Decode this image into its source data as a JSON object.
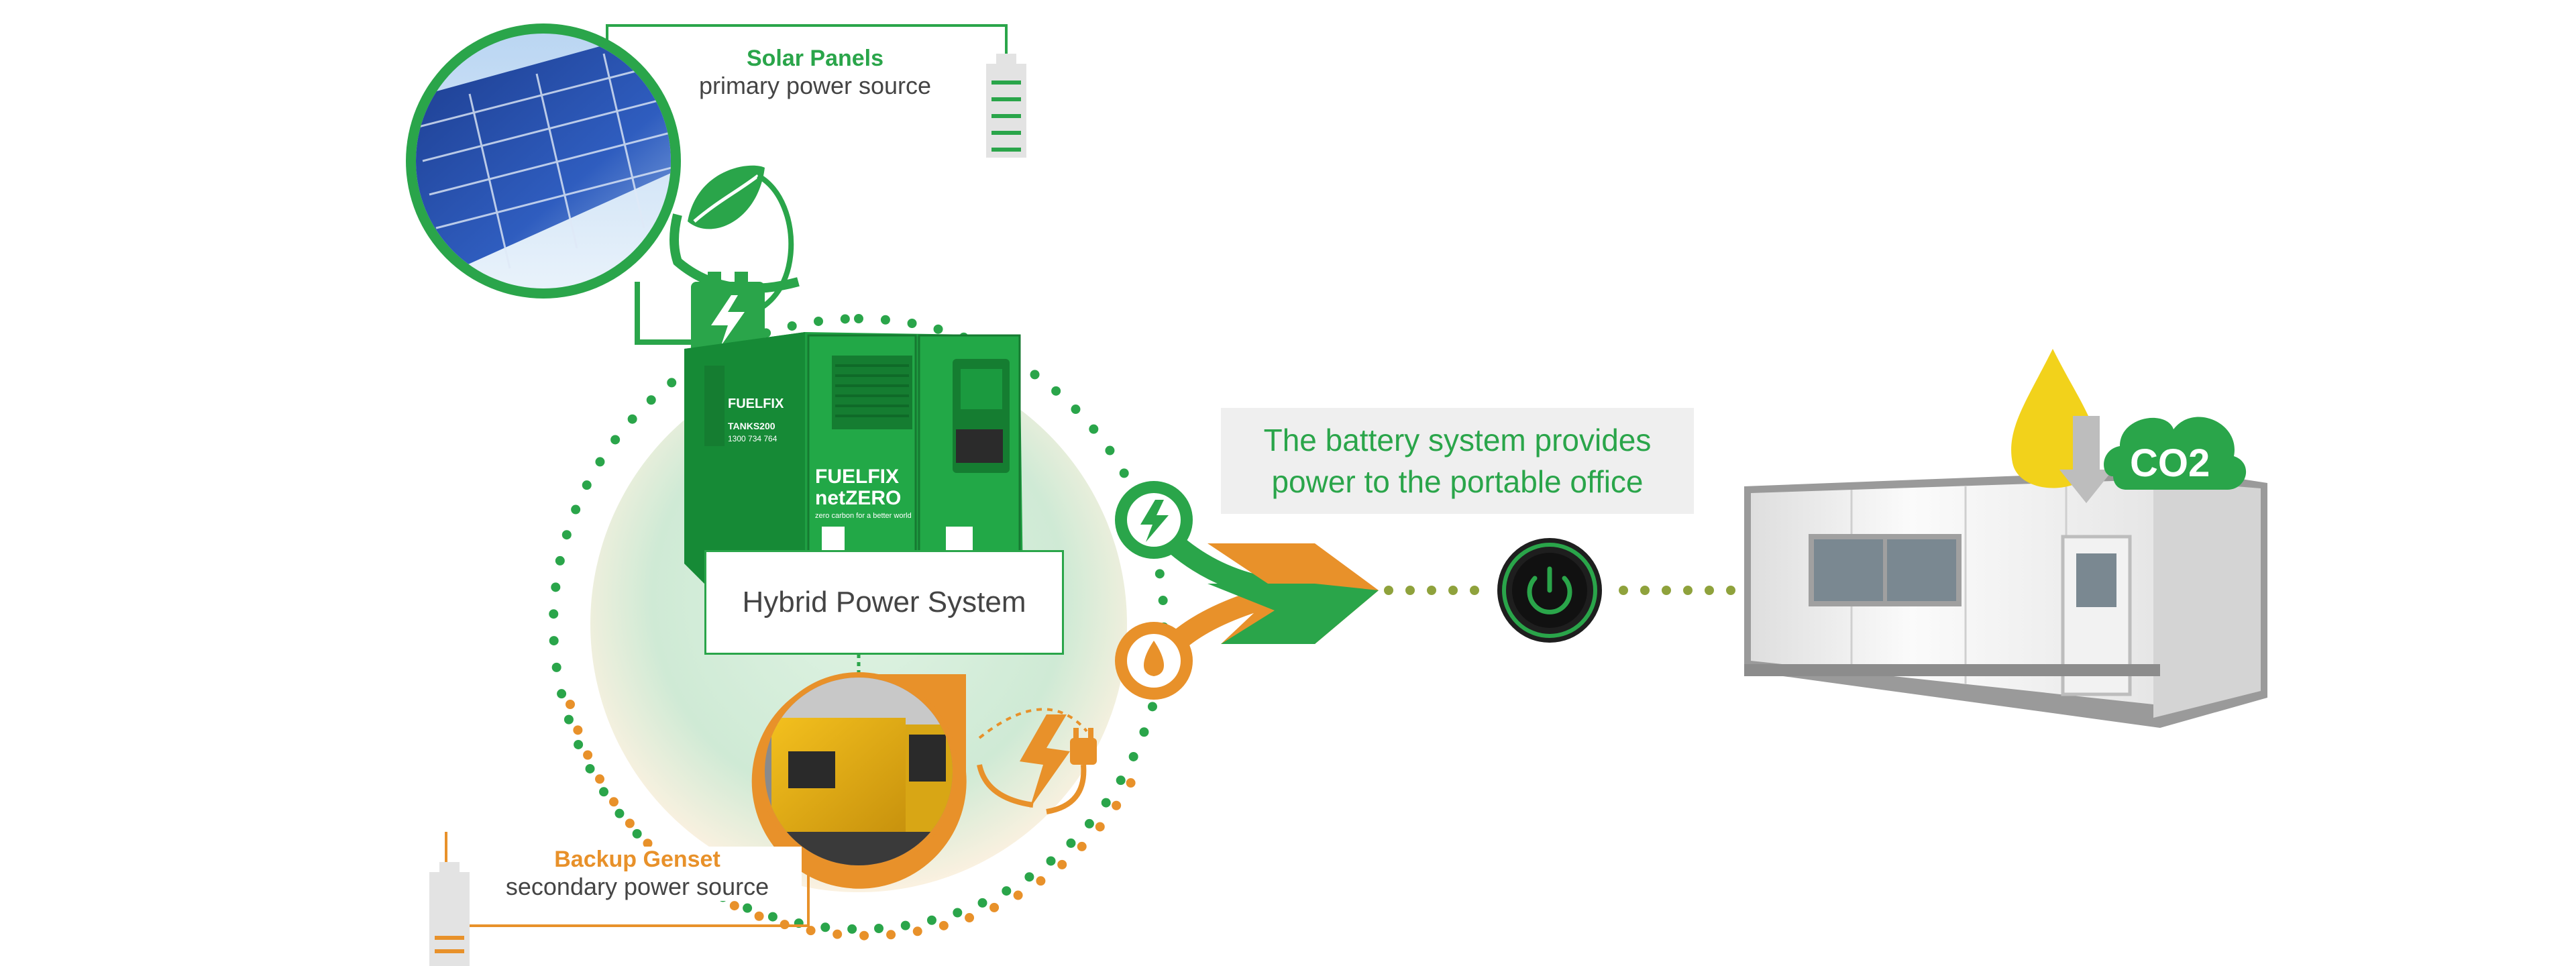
{
  "solar": {
    "title": "Solar Panels",
    "subtitle": "primary power source"
  },
  "genset": {
    "title": "Backup Genset",
    "subtitle": "secondary power source"
  },
  "hybrid": {
    "label": "Hybrid Power System"
  },
  "battery_caption": {
    "line1": "The battery system provides",
    "line2": "power to the portable office"
  },
  "unit_branding": {
    "brand": "FUELFIX",
    "sub_brand": "netZERO",
    "model": "TANKS200",
    "phone": "1300 734 764",
    "tagline": "zero carbon for a better world"
  },
  "co2_label": "CO2",
  "colors": {
    "green": "#2aa54a",
    "orange": "#e8912a",
    "olive": "#8fa23c",
    "dark": "#1e1e1e",
    "yellow": "#f2d21b"
  },
  "icons": [
    "solar-panel-icon",
    "leaf-plug-icon",
    "lightning-icon",
    "fuel-drop-icon",
    "electric-plug-icon",
    "power-button-icon",
    "co2-cloud-icon",
    "battery-level-icon"
  ]
}
